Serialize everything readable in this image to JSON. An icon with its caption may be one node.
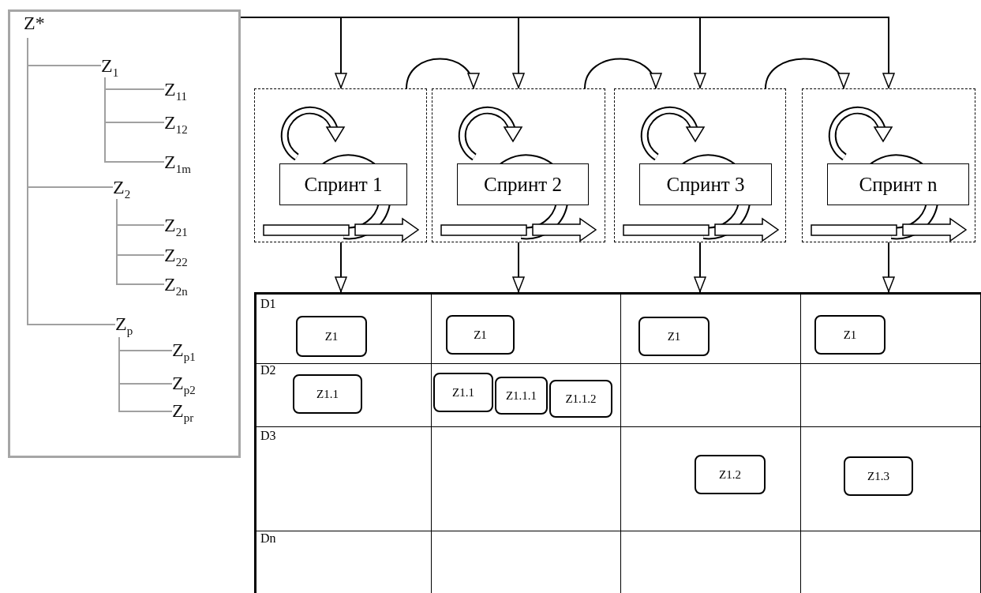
{
  "diagram": {
    "nodes": [
      {
        "text": [],
        "shape": "box"
      },
      {
        "text": [
          "Z*"
        ],
        "in": 0
      },
      {
        "text": [
          "Z$_{1}$"
        ],
        "in": 0
      },
      {
        "text": [
          "Z$_{11}$"
        ],
        "in": 0
      },
      {
        "text": [
          "Z$_{12}$"
        ],
        "in": 0
      },
      {
        "text": [
          "Z$_{1m}$"
        ],
        "in": 0
      },
      {
        "text": [
          "Z$_{2}$"
        ],
        "in": 0
      },
      {
        "text": [
          "Z$_{21}$"
        ],
        "in": 0
      },
      {
        "text": [
          "Z$_{22}$"
        ],
        "in": 0
      },
      {
        "text": [
          "Z$_{2n}$"
        ],
        "in": 0
      },
      {
        "text": [
          "Z$_{p}$"
        ],
        "in": 0
      },
      {
        "text": [
          "Z$_{p1}$"
        ],
        "in": 0
      },
      {
        "text": [
          "Z$_{p2}$"
        ],
        "in": 0
      },
      {
        "text": [
          "Z$_{pr}$"
        ],
        "in": 0
      },
      {
        "text": [],
        "shape": "box"
      },
      {
        "text": [
          "Спринт 1"
        ],
        "in": 14
      },
      {
        "text": [],
        "shape": "box"
      },
      {
        "text": [
          "Спринт 2"
        ],
        "in": 16
      },
      {
        "text": [],
        "shape": "box"
      },
      {
        "text": [
          "Спринт 3"
        ],
        "in": 18
      },
      {
        "text": [],
        "shape": "box"
      },
      {
        "text": [
          "Спринт n"
        ],
        "in": 20
      },
      {
        "text": [],
        "shape": "box"
      },
      {
        "text": [],
        "shape": "box",
        "in": 22
      },
      {
        "text": [],
        "shape": "box",
        "in": 22
      },
      {
        "text": [],
        "shape": "box",
        "in": 22
      },
      {
        "text": [],
        "shape": "box",
        "in": 22
      },
      {
        "text": [
          "Z1"
        ],
        "in": 23
      },
      {
        "text": [
          "Z1.1"
        ],
        "in": 23
      },
      {
        "text": [
          "Z1"
        ],
        "in": 24
      },
      {
        "text": [
          "Z1.1"
        ],
        "in": 24
      },
      {
        "text": [
          "Z1.1.1"
        ],
        "in": 24
      },
      {
        "text": [
          "Z1.1.2"
        ],
        "in": 24
      },
      {
        "text": [
          "Z1"
        ],
        "in": 25
      },
      {
        "text": [
          "Z1.2"
        ],
        "in": 25
      },
      {
        "text": [
          "Z1"
        ],
        "in": 26
      },
      {
        "text": [
          "Z1.3"
        ],
        "in": 26
      }
    ],
    "edges": [
      {
        "from": 1,
        "to": 2,
        "arrow": "none"
      },
      {
        "from": 1,
        "to": 6,
        "arrow": "none"
      },
      {
        "from": 1,
        "to": 10,
        "arrow": "none"
      },
      {
        "from": 2,
        "to": 3,
        "arrow": "none"
      },
      {
        "from": 2,
        "to": 4,
        "arrow": "none"
      },
      {
        "from": 2,
        "to": 5,
        "arrow": "none"
      },
      {
        "from": 6,
        "to": 7,
        "arrow": "none"
      },
      {
        "from": 6,
        "to": 8,
        "arrow": "none"
      },
      {
        "from": 6,
        "to": 9,
        "arrow": "none"
      },
      {
        "from": 10,
        "to": 11,
        "arrow": "none"
      },
      {
        "from": 10,
        "to": 12,
        "arrow": "none"
      },
      {
        "from": 10,
        "to": 13,
        "arrow": "none"
      },
      {
        "from": 0,
        "to": 14,
        "arrow": "to",
        "color": "#000000"
      },
      {
        "from": 0,
        "to": 16,
        "arrow": "to",
        "color": "#000000"
      },
      {
        "from": 0,
        "to": 18,
        "arrow": "to",
        "color": "#000000"
      },
      {
        "from": 0,
        "to": 20,
        "arrow": "to",
        "color": "#000000"
      },
      {
        "from": 14,
        "to": 16,
        "arrow": "to",
        "color": "#000000"
      },
      {
        "from": 16,
        "to": 18,
        "arrow": "to",
        "color": "#000000"
      },
      {
        "from": 18,
        "to": 20,
        "arrow": "to",
        "color": "#000000"
      },
      {
        "from": 14,
        "to": 23,
        "arrow": "to",
        "color": "#000000"
      },
      {
        "from": 16,
        "to": 24,
        "arrow": "to",
        "color": "#000000"
      },
      {
        "from": 18,
        "to": 25,
        "arrow": "to",
        "color": "#000000"
      },
      {
        "from": 20,
        "to": 26,
        "arrow": "to",
        "color": "#000000"
      }
    ],
    "labels": [
      "D1",
      "D2",
      "D3",
      "Dn"
    ]
  }
}
